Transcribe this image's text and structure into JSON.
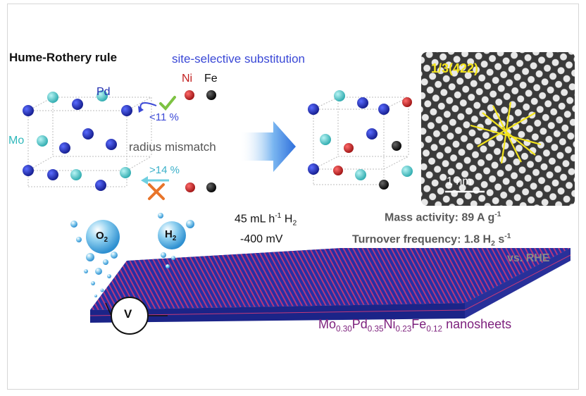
{
  "header": {
    "title": "Hume-Rothery rule",
    "subtitle": "site-selective substitution"
  },
  "elements": {
    "pd": "Pd",
    "mo": "Mo",
    "ni": "Ni",
    "fe": "Fe"
  },
  "colors": {
    "pd": "#1f2cb0",
    "mo": "#4cc9c9",
    "ni": "#c21f1f",
    "fe": "#111111",
    "check": "#7dc242",
    "cross": "#e8742a",
    "lattice_line": "#bdbdbd",
    "title_blue": "#3a48d6",
    "formula_purple": "#7c1f7c",
    "stem_yellow": "#f2e31c"
  },
  "criteria": {
    "ok": {
      "label": "<11 %",
      "icon": "check-icon"
    },
    "fail": {
      "label": ">14 %",
      "icon": "cross-icon"
    },
    "mismatch_label": "radius mismatch"
  },
  "stem": {
    "label": "1/3(422)",
    "scale_bar": "1 nm"
  },
  "electrolysis": {
    "bubble_o2": {
      "base": "O",
      "sub": "2"
    },
    "bubble_h2": {
      "base": "H",
      "sub": "2"
    },
    "rate": {
      "value": "45 mL h",
      "exp": "-1",
      "species": " H",
      "species_sub": "2"
    },
    "potential": "-400 mV",
    "meter": "V"
  },
  "performance": {
    "mass_activity": {
      "label": "Mass activity: 89  A g",
      "exp": "-1"
    },
    "tof": {
      "label": "Turnover frequency: 1.8 H",
      "sub": "2",
      "unit": " s",
      "exp": "-1"
    },
    "reference": "vs. RHE"
  },
  "formula": {
    "parts": [
      {
        "el": "Mo",
        "sub": "0.30"
      },
      {
        "el": "Pd",
        "sub": "0.35"
      },
      {
        "el": "Ni",
        "sub": "0.23"
      },
      {
        "el": "Fe",
        "sub": "0.12"
      }
    ],
    "suffix": " nanosheets"
  }
}
